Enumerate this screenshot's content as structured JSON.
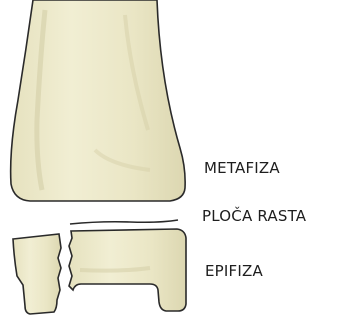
{
  "labels": {
    "metafiza": "METAFIZA",
    "ploca_rasta": "PLOČA RASTA",
    "epifiza": "EPIFIZA"
  },
  "colors": {
    "bone_fill": "#ece9c9",
    "bone_shade": "#d8d3ae",
    "outline": "#2a2a2a",
    "label_text": "#1e1e1e"
  }
}
